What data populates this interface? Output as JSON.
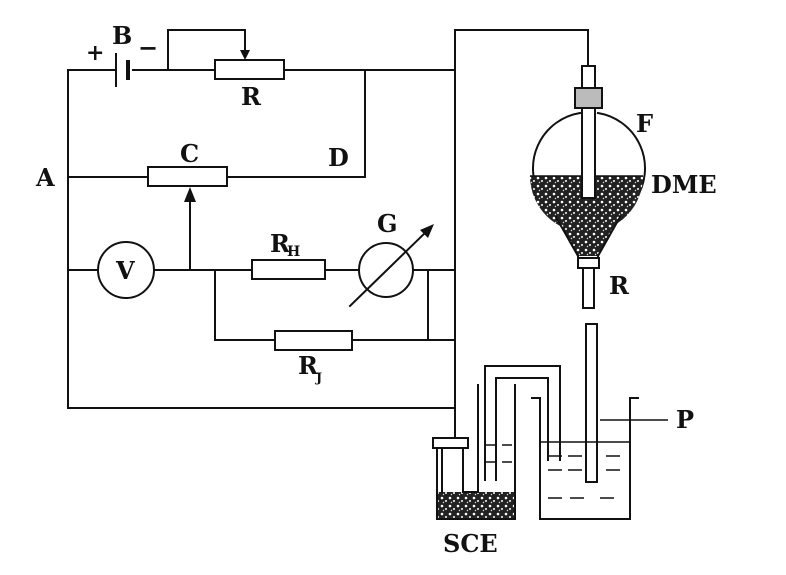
{
  "labels": {
    "battery": "B",
    "plus": "+",
    "minus": "−",
    "rheostat": "R",
    "node_a": "A",
    "slidewire": "C",
    "node_d": "D",
    "voltmeter": "V",
    "galvanometer": "G",
    "resistor_h_main": "R",
    "resistor_h_sub": "H",
    "resistor_j_main": "R",
    "resistor_j_sub": "J",
    "funnel": "F",
    "dme": "DME",
    "tube_clamp": "R",
    "beaker": "P",
    "sce": "SCE"
  }
}
